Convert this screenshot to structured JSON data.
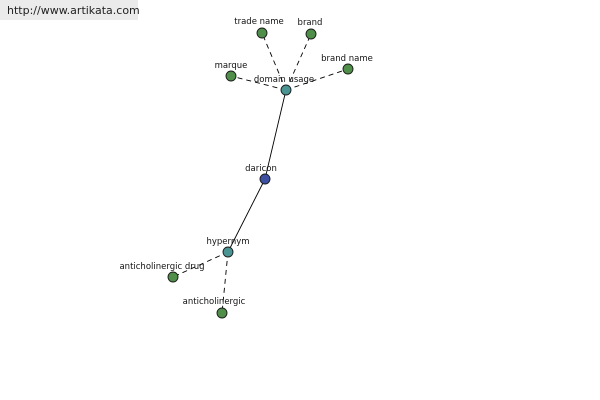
{
  "watermark": {
    "url": "http://www.artikata.com"
  },
  "colors": {
    "leaf": "#4f8f4a",
    "relation": "#4a9494",
    "root": "#3d4fa0",
    "edge": "#000000"
  },
  "graph": {
    "nodes": [
      {
        "id": "daricon",
        "label": "daricon",
        "kind": "root"
      },
      {
        "id": "domain_usage",
        "label": "domain usage",
        "kind": "relation"
      },
      {
        "id": "hypernym",
        "label": "hypernym",
        "kind": "relation"
      },
      {
        "id": "trade_name",
        "label": "trade name",
        "kind": "leaf"
      },
      {
        "id": "brand",
        "label": "brand",
        "kind": "leaf"
      },
      {
        "id": "marque",
        "label": "marque",
        "kind": "leaf"
      },
      {
        "id": "brand_name",
        "label": "brand name",
        "kind": "leaf"
      },
      {
        "id": "anticholinergic_drug",
        "label": "anticholinergic drug",
        "kind": "leaf"
      },
      {
        "id": "anticholinergic",
        "label": "anticholinergic",
        "kind": "leaf"
      }
    ],
    "edges": [
      {
        "from": "daricon",
        "to": "domain_usage",
        "style": "solid"
      },
      {
        "from": "daricon",
        "to": "hypernym",
        "style": "solid"
      },
      {
        "from": "domain_usage",
        "to": "trade_name",
        "style": "dashed"
      },
      {
        "from": "domain_usage",
        "to": "brand",
        "style": "dashed"
      },
      {
        "from": "domain_usage",
        "to": "marque",
        "style": "dashed"
      },
      {
        "from": "domain_usage",
        "to": "brand_name",
        "style": "dashed"
      },
      {
        "from": "hypernym",
        "to": "anticholinergic_drug",
        "style": "dashed"
      },
      {
        "from": "hypernym",
        "to": "anticholinergic",
        "style": "dashed"
      }
    ]
  }
}
